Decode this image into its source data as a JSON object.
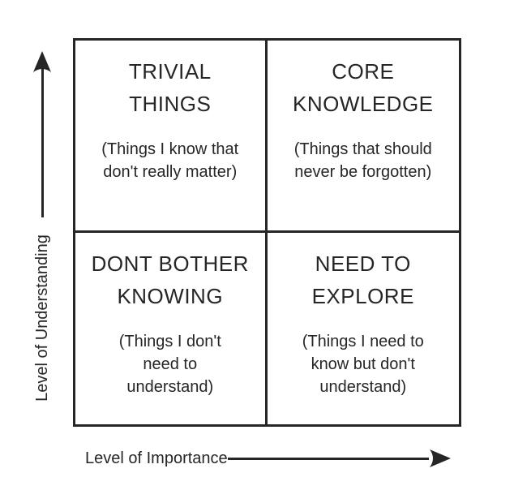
{
  "colors": {
    "ink": "#262626",
    "background": "#ffffff"
  },
  "quadrants": [
    {
      "id": "trivial-things",
      "title": "TRIVIAL\nTHINGS",
      "subtitle": "(Things I know that\ndon't really matter)"
    },
    {
      "id": "core-knowledge",
      "title": "CORE\nKNOWLEDGE",
      "subtitle": "(Things that should\nnever be forgotten)"
    },
    {
      "id": "dont-bother-knowing",
      "title": "DONT BOTHER\nKNOWING",
      "subtitle": "(Things I don't\nneed to\nunderstand)"
    },
    {
      "id": "need-to-explore",
      "title": "NEED TO\nEXPLORE",
      "subtitle": "(Things I need to\nknow but don't\nunderstand)"
    }
  ],
  "axes": {
    "y": {
      "label": "Level of Understanding",
      "icon": "up-arrow-icon"
    },
    "x": {
      "label": "Level of Importance",
      "icon": "right-arrow-icon"
    }
  }
}
